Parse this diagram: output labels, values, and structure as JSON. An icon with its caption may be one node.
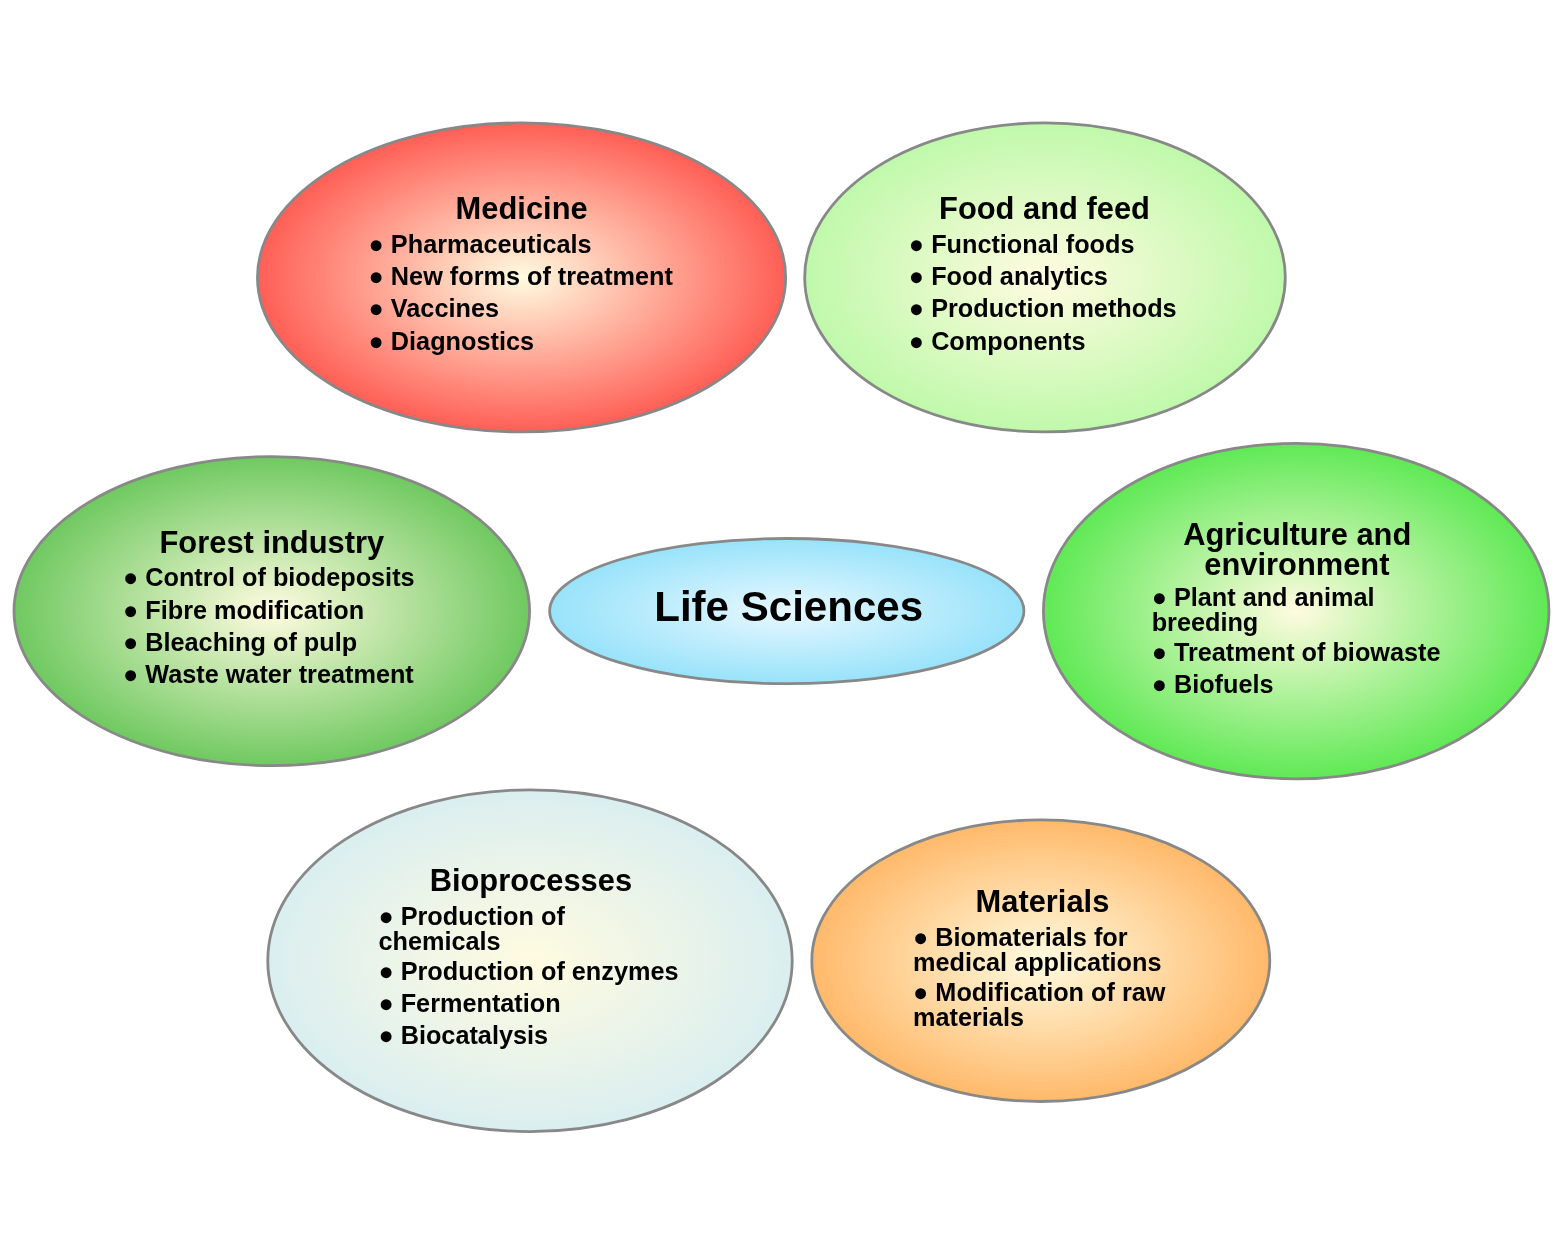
{
  "diagram": {
    "nodes": [
      {
        "text": [
          "Medicine",
          "● Pharmaceuticals",
          "● New forms of treatment",
          "● Vaccines",
          "● Diagnostics"
        ]
      },
      {
        "text": [
          "Food and feed",
          "● Functional foods",
          "● Food analytics",
          "● Production methods",
          "● Components"
        ]
      },
      {
        "text": [
          "Forest industry",
          "● Control of biodeposits",
          "● Fibre modification",
          "● Bleaching of pulp",
          "● Waste water treatment"
        ]
      },
      {
        "text": [
          "Life Sciences"
        ]
      },
      {
        "text": [
          "Agriculture and environment",
          "● Plant and animal breeding",
          "● Treatment of biowaste",
          "● Biofuels"
        ]
      },
      {
        "text": [
          "Bioprocesses",
          "● Production of chemicals",
          "● Production of enzymes",
          "● Fermentation",
          "● Biocatalysis"
        ]
      },
      {
        "text": [
          "Materials",
          "● Biomaterials for medical applications",
          "● Modification of raw materials"
        ]
      }
    ],
    "edges": []
  }
}
